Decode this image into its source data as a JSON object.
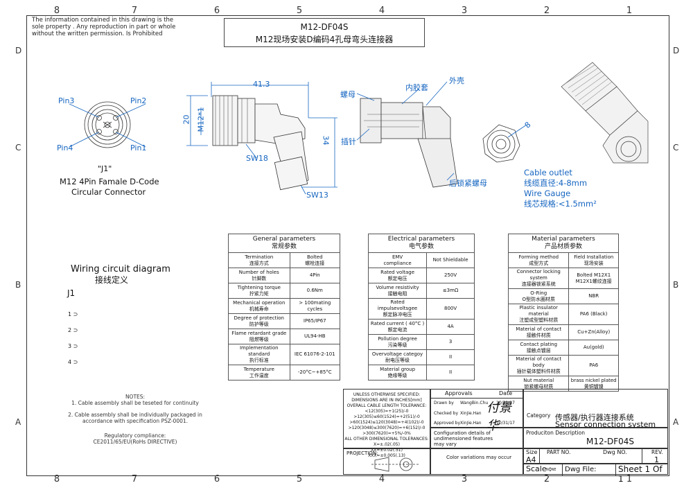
{
  "zones": {
    "columns": [
      "8",
      "7",
      "6",
      "5",
      "4",
      "3",
      "2",
      "1"
    ],
    "rows": [
      "D",
      "C",
      "B",
      "A"
    ]
  },
  "top_note": "The information contained in this drawing is the sole property . Any reproduction in part or whole without the written permission. Is Prohibited",
  "title": {
    "model": "M12-DF04S",
    "name": "M12现场安装D编码4孔母弯头连接器"
  },
  "pins": [
    "Pin3",
    "Pin2",
    "Pin4",
    "Pin1"
  ],
  "connector_label": {
    "id": "\"J1\"",
    "line1": "M12 4Pin Famale D-Code",
    "line2": "Circular Connector"
  },
  "dimensions": {
    "length": "41.3",
    "height": "20",
    "thread": "M12*1",
    "total": "34",
    "sw18": "SW18",
    "sw13": "SW13",
    "diameter": "8"
  },
  "section_labels": {
    "nut": "螺母",
    "inner": "内胶套",
    "shell": "外壳",
    "pin": "插针",
    "lock_nut": "后锁紧螺母"
  },
  "cable_outlet": [
    "Cable outlet",
    "线缆直径:4-8mm",
    "Wire Gauge",
    "线芯规格:<1.5mm²"
  ],
  "wiring": {
    "title_en": "Wiring circuit diagram",
    "title_cn": "接线定义",
    "connector": "J1",
    "pins": [
      "1 ⊃",
      "2 ⊃",
      "3 ⊃",
      "4 ⊃"
    ]
  },
  "general": {
    "title_en": "General parameters",
    "title_cn": "常规参数",
    "rows": [
      [
        "Termination",
        "连接方式",
        "Bolted",
        "螺栓连接"
      ],
      [
        "Number of holes",
        "针脚数",
        "4Pin",
        ""
      ],
      [
        "Tightening torque",
        "拧紧力矩",
        "0.6Nm",
        ""
      ],
      [
        "Mechanical operation",
        "机械寿命",
        "> 100mating cycles",
        ""
      ],
      [
        "Degree of protection",
        "防护等级",
        "IP65/IP67",
        ""
      ],
      [
        "Flame retardant grade",
        "阻燃等级",
        "UL94-HB",
        ""
      ],
      [
        "Implementation standard",
        "执行标准",
        "IEC 61076-2-101",
        ""
      ],
      [
        "Temperature",
        "工作温度",
        "-20°C~+85°C",
        ""
      ]
    ]
  },
  "electrical": {
    "title_en": "Electrical parameters",
    "title_cn": "电气参数",
    "rows": [
      [
        "EMV",
        "compliance",
        "Not Shieldable",
        ""
      ],
      [
        "Rated voltage",
        "额定电压",
        "250V",
        ""
      ],
      [
        "Volume resistivity",
        "接触电阻",
        "≤3mΩ",
        ""
      ],
      [
        "Rated impulsevoltsgee",
        "额定脉冲电压",
        "800V",
        ""
      ],
      [
        "Rated current ( 40°C )",
        "额定电流",
        "4A",
        ""
      ],
      [
        "Pollution degree",
        "污染等级",
        "3",
        ""
      ],
      [
        "Overvoltage categoy",
        "耐电压等级",
        "II",
        ""
      ],
      [
        "Material group",
        "绝缘等级",
        "II",
        ""
      ]
    ]
  },
  "material": {
    "title_en": "Material parameters",
    "title_cn": "产品材质参数",
    "rows": [
      [
        "Forming method",
        "成型方式",
        "Field Installation",
        "现场安装"
      ],
      [
        "Connector locking system",
        "连接器锁紧系统",
        "Bolted M12X1",
        "M12X1螺纹连接"
      ],
      [
        "O-Ring",
        "O型防水圈材质",
        "NBR",
        ""
      ],
      [
        "Plastic insulator material",
        "注塑成型塑料材质",
        "PA6  (Black)",
        ""
      ],
      [
        "Material of contact",
        "接触件材质",
        "Cu+Zn(Alloy)",
        ""
      ],
      [
        "Contact plating",
        "接触点镀层",
        "Au(gold)",
        ""
      ],
      [
        "Material of contact body",
        "插针载体塑料件材质",
        "PA6",
        ""
      ],
      [
        "Nut material",
        "锁紧螺母材质",
        "brass nickel plated",
        "黄铜镀镍"
      ]
    ]
  },
  "notes": {
    "title": "NOTES:",
    "items": [
      "1. Cable assembly shall be teseted for continuity",
      "2. Cable assembly shall be individually packaged in",
      "accordance with  specification PSZ-0001."
    ],
    "reg1": "Regulatory compliance:",
    "reg2": "CE2011/65/EU(RoHs DIRECTIVE)"
  },
  "title_block": {
    "unless": "UNLESS OTHERWISE SPECIFIED:",
    "dims_in": "DIMENSIONS ARE IN INCHES[mm]",
    "tolerance_title": "OVERALL CABLE LENGTH TOLERANCE:",
    "tol_lines": [
      "<12(305)=+1(25)/-0",
      ">12(305)≤60(1524)=+2(51)/-0",
      ">60(1524)≤120(3048)=+4(102)/-0",
      ">120(3048)≤300(7620)=+6(152)/-0",
      ">300(7620)=+5%/-0%"
    ],
    "other_tol": "ALL OTHER DIMENSIONAL TOLERANCES:",
    "other_lines": [
      "X=±.02(.05)",
      "XX=±0.02(.51)",
      "XXX=±0.005(.13)"
    ],
    "approvals": "Approvals",
    "date": "Date",
    "drawn": [
      "Drawn  by",
      "WangBin.Chu",
      "10/31/17"
    ],
    "checked": [
      "Checked by",
      "XinJie.Han",
      ""
    ],
    "approved": [
      "Approved by",
      "XinJie.Han",
      "10/31/17"
    ],
    "signature": "付景华",
    "config": [
      "Configuration details of",
      "undimensioned features",
      "may vary"
    ],
    "color": "Color variations may occur",
    "projection": "PROJECTION:",
    "category_label": "Category",
    "category_cn": "传感器/执行器连接系统",
    "category_en": "Sensor connection system",
    "prod_desc": "Produciton Description",
    "prod_value": "M12-DF04S",
    "size_label": "Size",
    "size": "A4",
    "part_no": "PART NO.",
    "dwg_no": "Dwg NO.",
    "rev_label": "REV.",
    "rev": "1",
    "scale_label": "Scale :",
    "scale": "NONE",
    "dwg_file": "Dwg File:",
    "sheet": "Sheet 1 Of 1"
  }
}
